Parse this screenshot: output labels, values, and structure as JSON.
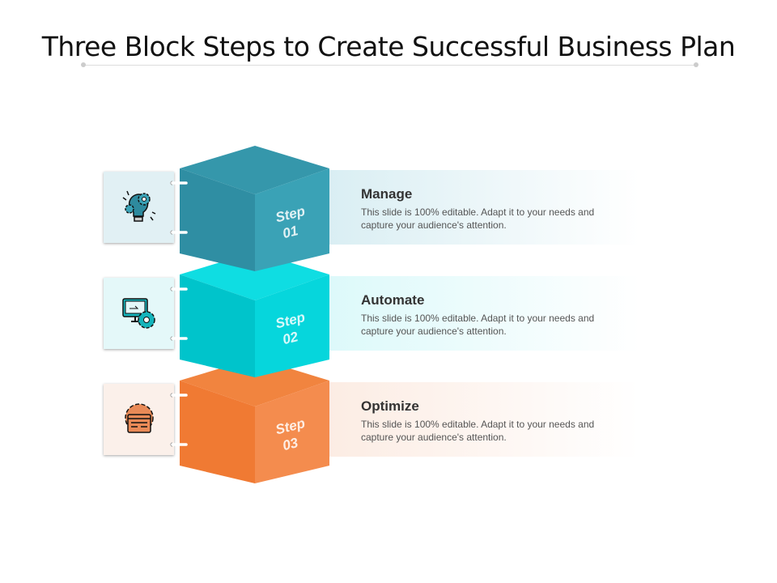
{
  "title": "Three Block Steps to Create Successful Business Plan",
  "steps": [
    {
      "step": "Step",
      "num": "01",
      "heading": "Manage",
      "desc": "This slide is 100% editable. Adapt it to your needs and capture your audience's attention.",
      "icon": "lightbulb-gears-icon",
      "colors": {
        "top": "#3597ab",
        "left": "#2f8ea3",
        "right": "#3aa2b6",
        "tint": "#d9eef3",
        "box": "#e1f0f4",
        "icon": "#2e8a9e"
      }
    },
    {
      "step": "Step",
      "num": "02",
      "heading": "Automate",
      "desc": "This slide is 100% editable. Adapt it to your needs and capture your audience's attention.",
      "icon": "monitor-gear-icon",
      "colors": {
        "top": "#0fdde2",
        "left": "#00c4cb",
        "right": "#06d6dc",
        "tint": "#dcf9fa",
        "box": "#e4f8f9",
        "icon": "#14b4bb"
      }
    },
    {
      "step": "Step",
      "num": "03",
      "heading": "Optimize",
      "desc": "This slide is 100% editable. Adapt it to your needs and capture your audience's attention.",
      "icon": "gear-webpage-icon",
      "colors": {
        "top": "#f1843f",
        "left": "#f07a33",
        "right": "#f48c4e",
        "tint": "#fcece3",
        "box": "#fbf0ea",
        "icon": "#e98a57"
      }
    }
  ]
}
